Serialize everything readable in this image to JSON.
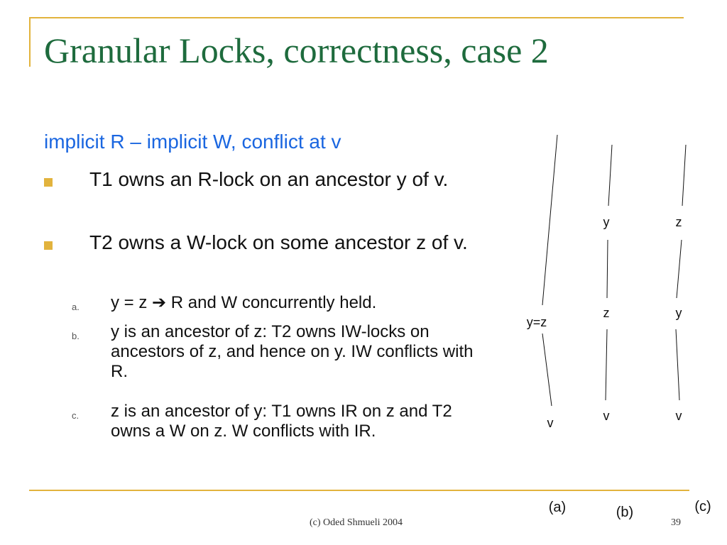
{
  "slide": {
    "title": "Granular Locks, correctness, case 2",
    "subhead": "implicit R – implicit W, conflict at v",
    "bullets": [
      {
        "text": "T1 owns an R-lock on an ancestor y of v."
      },
      {
        "text": "T2 owns a W-lock on some ancestor z of v."
      }
    ],
    "subitems": [
      {
        "marker": "a.",
        "text": "y = z ➔ R and W concurrently held."
      },
      {
        "marker": "b.",
        "text": "y is an ancestor of z: T2 owns IW-locks on ancestors of z, and hence on y. IW conflicts with R."
      },
      {
        "marker": "c.",
        "text": "z is an ancestor of y: T1 owns IR on z and T2 owns a W on z. W conflicts with IR."
      }
    ]
  },
  "diagram": {
    "a": {
      "node": "y=z",
      "leaf": "v",
      "caption": "(a)"
    },
    "b": {
      "upper": "y",
      "lower": "z",
      "leaf": "v",
      "caption": "(b)"
    },
    "c": {
      "upper": "z",
      "lower": "y",
      "leaf": "v",
      "caption": "(c)"
    }
  },
  "footer": {
    "copyright": "(c) Oded Shmueli 2004",
    "page": "39"
  },
  "colors": {
    "title": "#1e6b3d",
    "subhead": "#1a66e0",
    "accent": "#e2b33d"
  }
}
